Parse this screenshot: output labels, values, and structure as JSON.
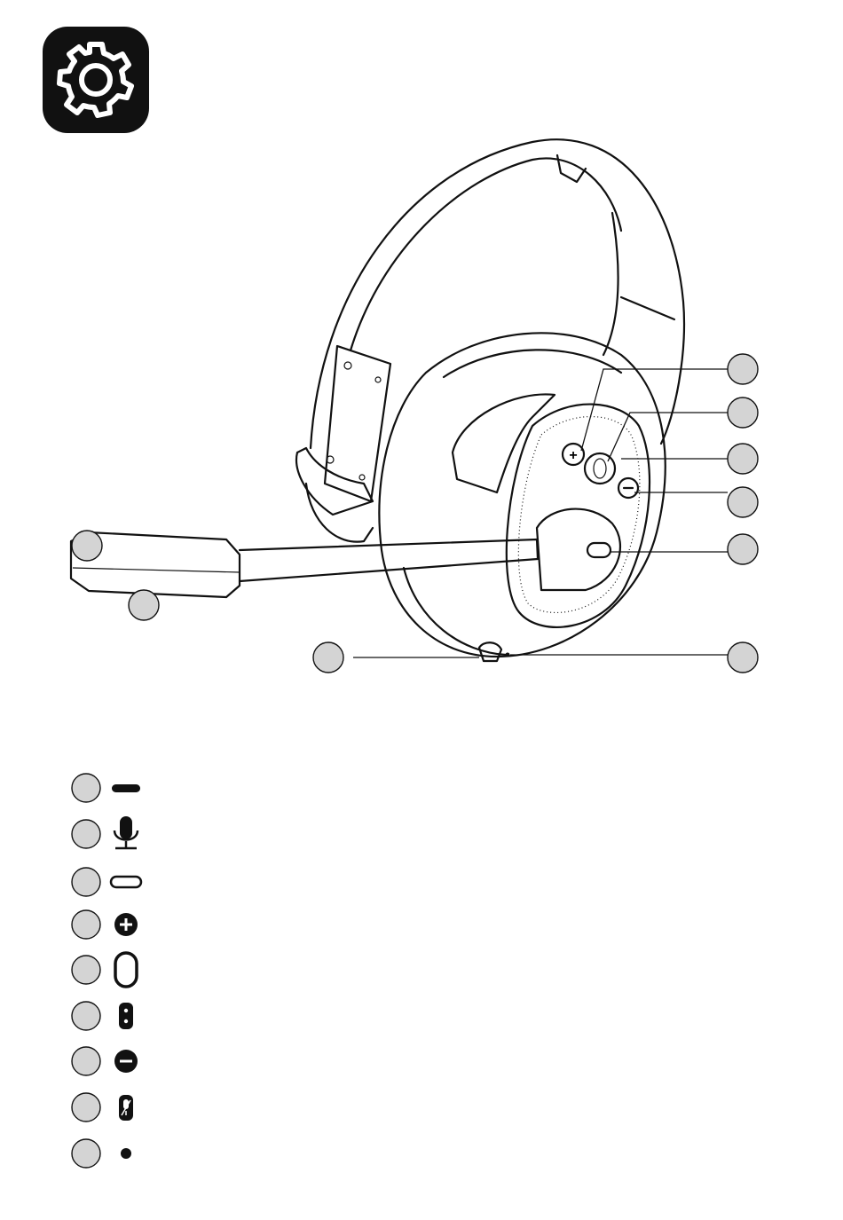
{
  "badge": {
    "icon": "gear-icon",
    "background": "#111111",
    "foreground": "#ffffff"
  },
  "illustration": {
    "subject": "headset",
    "line_color": "#111111"
  },
  "callout_style": {
    "fill": "#d4d4d4",
    "stroke": "#111111"
  },
  "callouts_on_headset": [
    {
      "id": "c-vol-up"
    },
    {
      "id": "c-power"
    },
    {
      "id": "c-led"
    },
    {
      "id": "c-vol-down"
    },
    {
      "id": "c-mic-mute"
    },
    {
      "id": "c-mic-tip"
    },
    {
      "id": "c-mic-boom"
    },
    {
      "id": "c-usb-c"
    },
    {
      "id": "c-status-led"
    }
  ],
  "legend": [
    {
      "icon": "bar-icon"
    },
    {
      "icon": "microphone-icon"
    },
    {
      "icon": "usb-c-port-icon"
    },
    {
      "icon": "plus-button-icon"
    },
    {
      "icon": "power-button-icon"
    },
    {
      "icon": "led-indicator-icon"
    },
    {
      "icon": "minus-button-icon"
    },
    {
      "icon": "mic-mute-icon"
    },
    {
      "icon": "dot-icon"
    }
  ]
}
